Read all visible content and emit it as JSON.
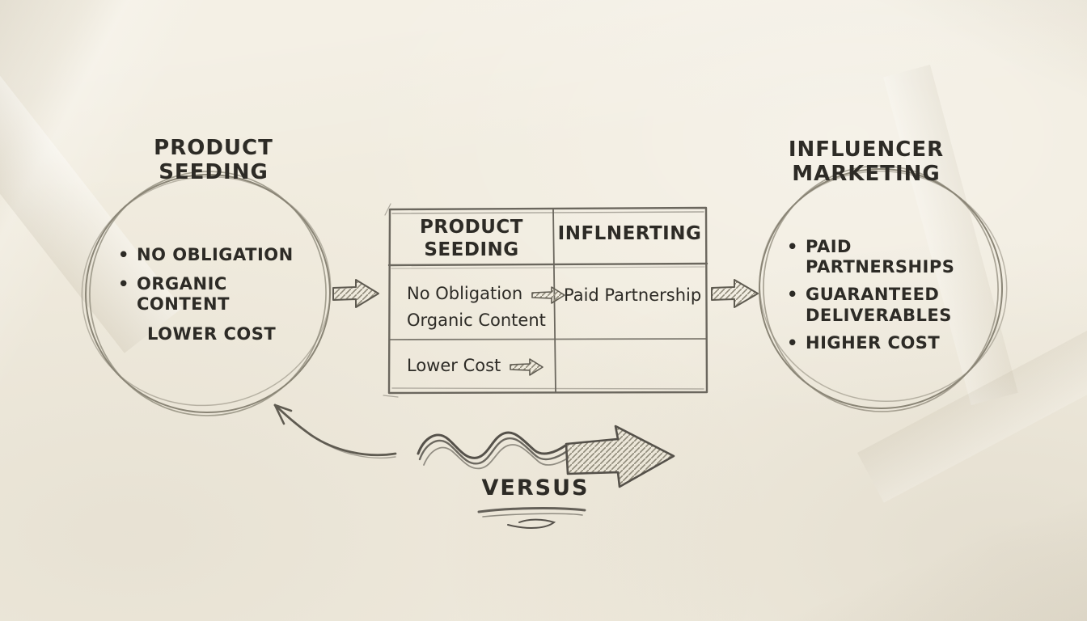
{
  "left_section": {
    "title": "PRODUCT SEEDING",
    "items": [
      {
        "bullet": "•",
        "text": "NO OBLIGATION"
      },
      {
        "bullet": "•",
        "text": "ORGANIC CONTENT"
      },
      {
        "bullet": "",
        "text": "LOWER COST"
      }
    ]
  },
  "right_section": {
    "title": "INFLUENCER MARKETING",
    "items": [
      {
        "bullet": "•",
        "text": "PAID PARTNERSHIPS"
      },
      {
        "bullet": "•",
        "text": "GUARANTEED DELIVERABLES"
      },
      {
        "bullet": "•",
        "text": "HIGHER COST"
      }
    ]
  },
  "table": {
    "col_headers": [
      "PRODUCT SEEDING",
      "INFLNERTING"
    ],
    "rows": [
      {
        "left_line1": "No Obligation",
        "left_line2": "Organic Content",
        "right": "Paid Partnership"
      },
      {
        "left_line1": "Lower Cost",
        "left_line2": "",
        "right": ""
      }
    ]
  },
  "versus": {
    "label": "VERSUS"
  },
  "icons": {
    "block_arrow_right": "sketched hatched block arrow pointing right",
    "wavy_arrow_right": "wavy squiggle arrow pointing right",
    "curved_arrow_upleft": "thin curved arrow pointing up-left"
  },
  "colors": {
    "paper": "#f1ecdf",
    "ink": "#2d2b26",
    "pencil": "#8a8576",
    "table_line": "#6b675e"
  }
}
